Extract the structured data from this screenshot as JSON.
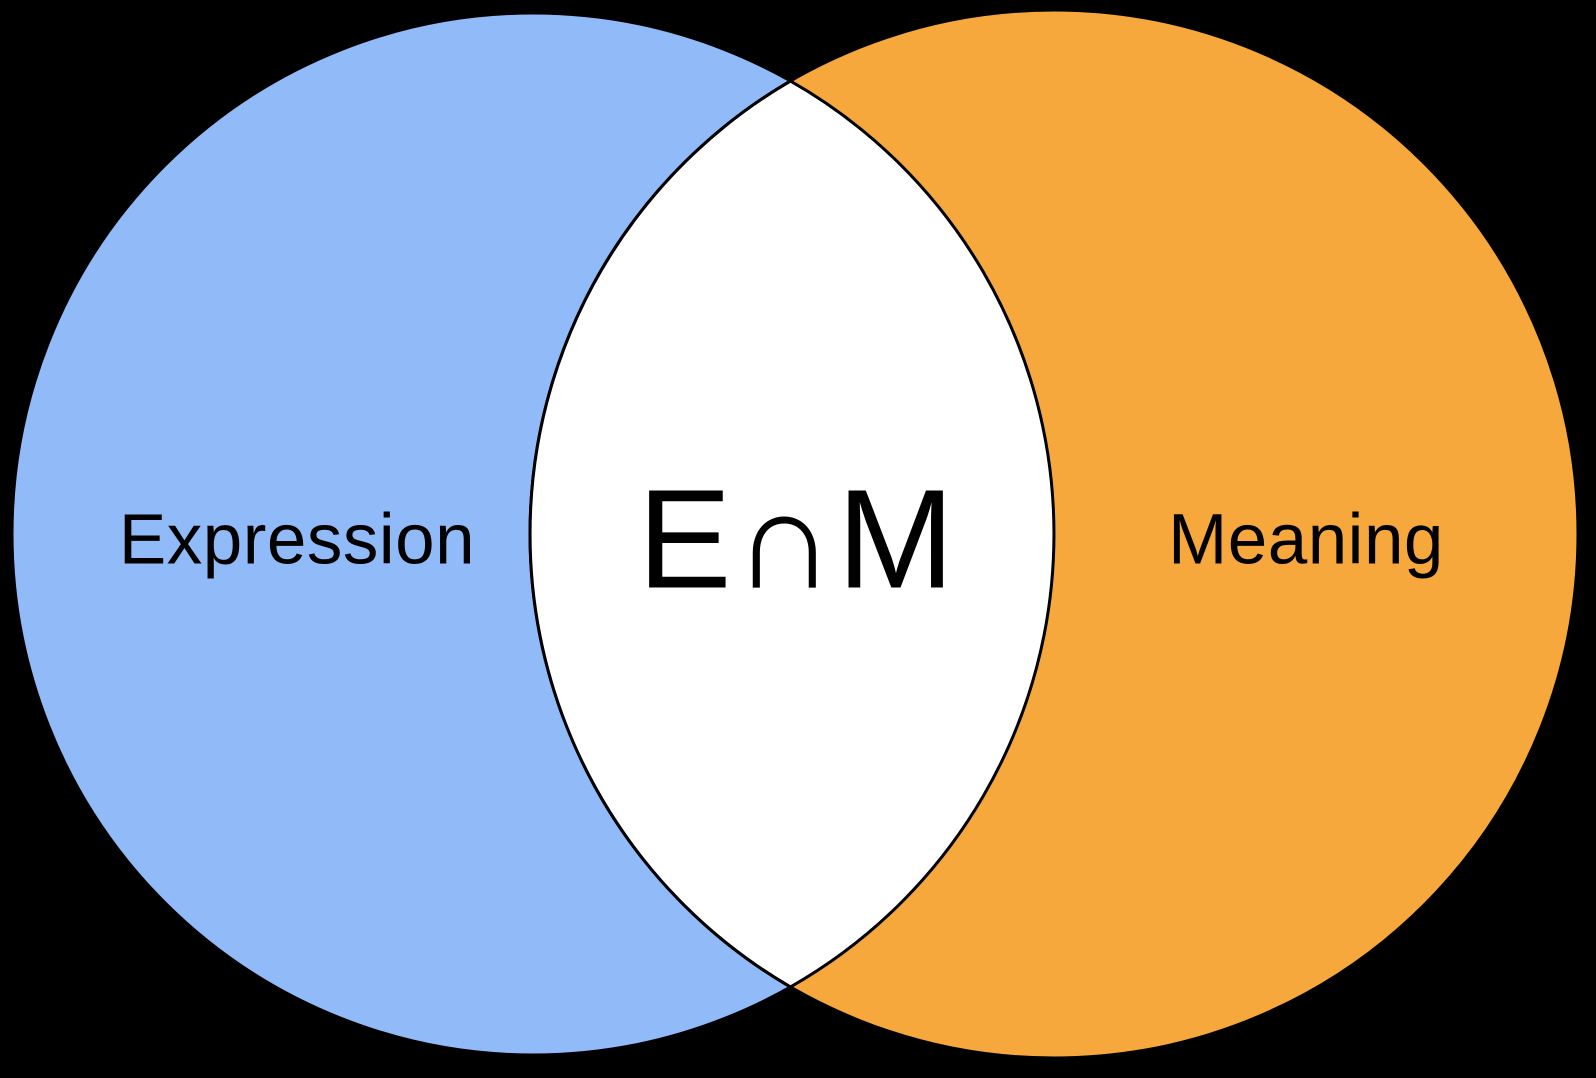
{
  "diagram": {
    "type": "venn",
    "background_color": "#000000",
    "outline_color": "#000000",
    "text_color": "#000000",
    "left_circle": {
      "label": "Expression",
      "color": "#90BAF8"
    },
    "right_circle": {
      "label": "Meaning",
      "color": "#F7A83D"
    },
    "intersection": {
      "label": "E∩M",
      "color": "#FFFFFF"
    }
  }
}
